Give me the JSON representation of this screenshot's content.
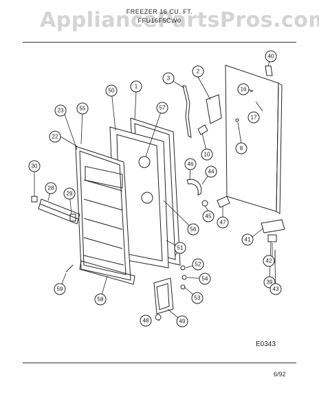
{
  "watermark": "AppliancePartsPros.com",
  "header": {
    "line1": "FREEZER 16 CU. FT.",
    "line2": "FFU16F5CW0"
  },
  "figure_code": "E0343",
  "date": "6/92",
  "callouts": [
    "1",
    "2",
    "3",
    "8",
    "10",
    "16",
    "17",
    "22",
    "23",
    "28",
    "29",
    "30",
    "39",
    "40",
    "41",
    "42",
    "43",
    "44",
    "45",
    "46",
    "47",
    "48",
    "49",
    "50",
    "51",
    "52",
    "53",
    "54",
    "55",
    "56",
    "57",
    "58",
    "59"
  ]
}
